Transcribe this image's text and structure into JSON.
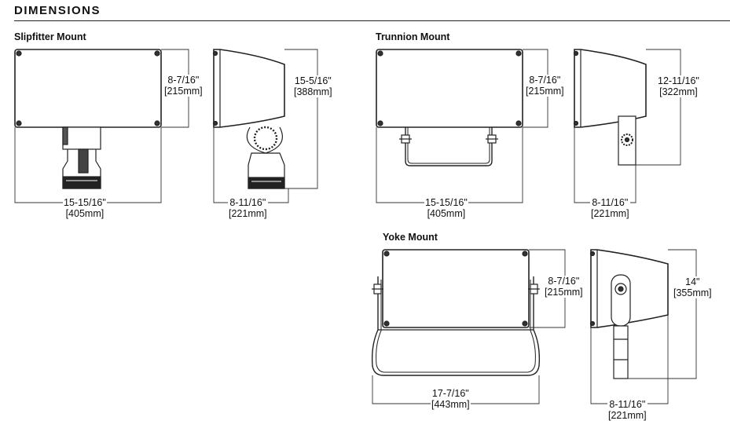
{
  "header": {
    "title": "DIMENSIONS"
  },
  "sections": {
    "slipfitter": {
      "title": "Slipfitter Mount",
      "front_height": {
        "in": "8-7/16\"",
        "mm": "[215mm]"
      },
      "side_height": {
        "in": "15-5/16\"",
        "mm": "[388mm]"
      },
      "front_width": {
        "in": "15-15/16\"",
        "mm": "[405mm]"
      },
      "side_depth": {
        "in": "8-11/16\"",
        "mm": "[221mm]"
      }
    },
    "trunnion": {
      "title": "Trunnion Mount",
      "front_height": {
        "in": "8-7/16\"",
        "mm": "[215mm]"
      },
      "side_height": {
        "in": "12-11/16\"",
        "mm": "[322mm]"
      },
      "front_width": {
        "in": "15-15/16\"",
        "mm": "[405mm]"
      },
      "side_depth": {
        "in": "8-11/16\"",
        "mm": "[221mm]"
      }
    },
    "yoke": {
      "title": "Yoke Mount",
      "front_height": {
        "in": "8-7/16\"",
        "mm": "[215mm]"
      },
      "side_height": {
        "in": "14\"",
        "mm": "[355mm]"
      },
      "front_width": {
        "in": "17-7/16\"",
        "mm": "[443mm]"
      },
      "side_depth": {
        "in": "8-11/16\"",
        "mm": "[221mm]"
      }
    }
  }
}
